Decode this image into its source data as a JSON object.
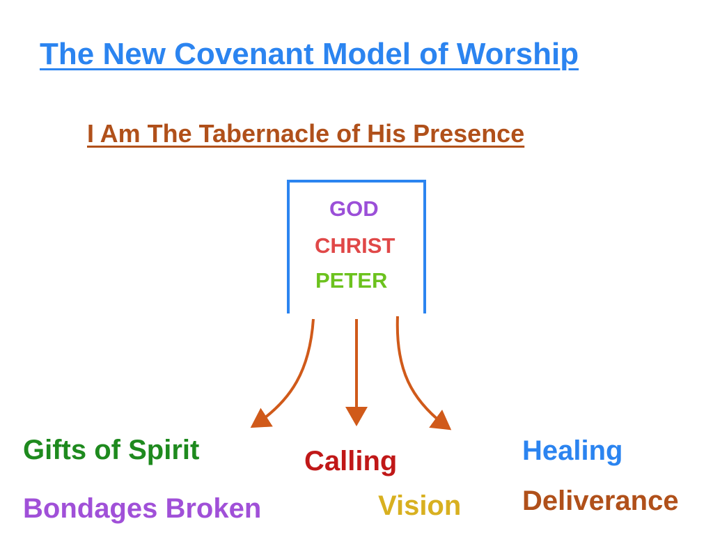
{
  "title": "The New Covenant Model of Worship",
  "subtitle": "I Am The Tabernacle of His Presence",
  "tabernacle": {
    "items": [
      "GOD",
      "CHRIST",
      "PETER"
    ]
  },
  "outcomes": {
    "gifts": "Gifts of Spirit",
    "calling": "Calling",
    "healing": "Healing",
    "bondages": "Bondages Broken",
    "vision": "Vision",
    "deliverance": "Deliverance"
  },
  "colors": {
    "blue": "#2b84f0",
    "brown": "#b0501a",
    "arrow": "#d05a1a",
    "god": "#9b4fd8",
    "christ": "#e04848",
    "peter": "#6cc21e"
  }
}
